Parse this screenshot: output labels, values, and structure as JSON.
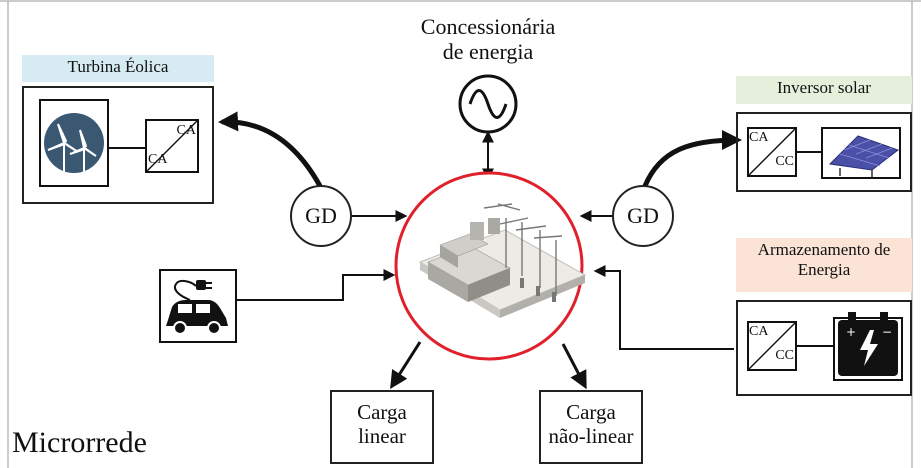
{
  "title": "Microrrede",
  "utility": {
    "line1": "Concessionária",
    "line2": "de energia"
  },
  "wind": {
    "label": "Turbina Éolica",
    "conv_in": "CA",
    "conv_out": "CA",
    "label_bg": "#d6ecf2",
    "icon_bg": "#3b5873"
  },
  "solar": {
    "label": "Inversor solar",
    "conv_in": "CA",
    "conv_out": "CC",
    "label_bg": "#e6efdc"
  },
  "storage": {
    "line1": "Armazenamento de",
    "line2": "Energia",
    "conv_in": "CA",
    "conv_out": "CC",
    "label_bg": "#fbe3d6"
  },
  "gd_left": "GD",
  "gd_right": "GD",
  "load_linear": {
    "line1": "Carga",
    "line2": "linear"
  },
  "load_nonlinear": {
    "line1": "Carga",
    "line2": "não-linear"
  },
  "colors": {
    "ring": "#e0202a",
    "line": "#111111"
  }
}
